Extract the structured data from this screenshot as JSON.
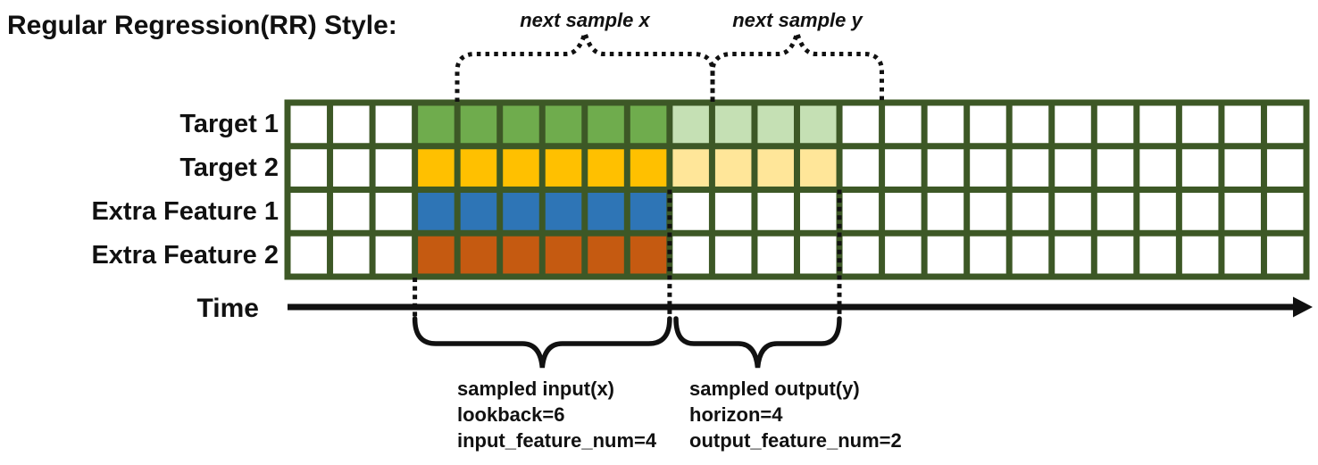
{
  "title": "Regular Regression(RR) Style:",
  "colors": {
    "ink": "#111111",
    "grid_line": "#3D5826",
    "cell_fill": "#FFFFFF"
  },
  "grid": {
    "columns": 24,
    "rows": 4,
    "lead_in_columns": 3,
    "input_columns": 6,
    "output_columns": 4
  },
  "rows": [
    {
      "label": "Target 1",
      "color": "#6FAC4D",
      "light_color": "#C5E0B4"
    },
    {
      "label": "Target 2",
      "color": "#FFC000",
      "light_color": "#FFE699"
    },
    {
      "label": "Extra Feature 1",
      "color": "#2E75B6",
      "light_color": null
    },
    {
      "label": "Extra Feature 2",
      "color": "#C55A11",
      "light_color": null
    }
  ],
  "annotations": {
    "next_sample_x": "next sample x",
    "next_sample_y": "next sample y",
    "time_label": "Time",
    "input_block": [
      "sampled input(x)",
      "lookback=6",
      "input_feature_num=4"
    ],
    "output_block": [
      "sampled output(y)",
      "horizon=4",
      "output_feature_num=2"
    ]
  }
}
